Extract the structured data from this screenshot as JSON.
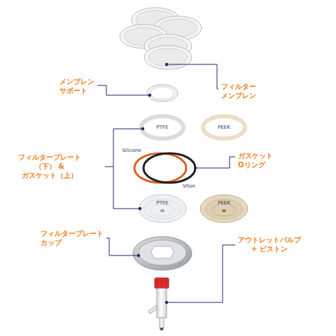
{
  "diagram": {
    "labels": [
      "メンブレン サポート",
      "フィルター メンブレン",
      "PTFE",
      "PEEK",
      "Silicone",
      "ガスケット Oリング",
      "フィルタープレート（下） & ガスケット（上）",
      "Viton",
      "PTFE",
      "PEEK",
      "フィルタープレート カップ",
      "アウトレットバルブ + ピストン"
    ]
  }
}
